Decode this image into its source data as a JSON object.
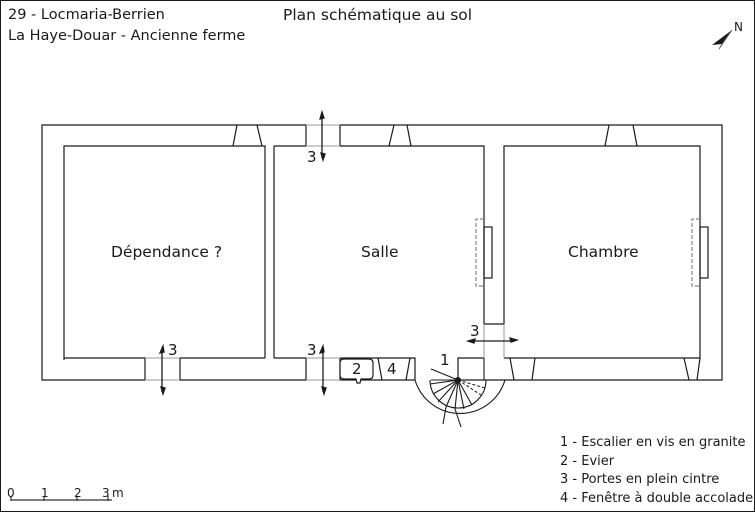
{
  "header": {
    "location_line1": "29 - Locmaria-Berrien",
    "location_line2": "La Haye-Douar - Ancienne ferme",
    "title": "Plan schématique au sol"
  },
  "north_arrow": {
    "label": "N",
    "icon": "north-arrow-icon"
  },
  "rooms": [
    {
      "name": "Dépendance ?"
    },
    {
      "name": "Salle"
    },
    {
      "name": "Chambre"
    }
  ],
  "markers": {
    "stair": "1",
    "sink": "2",
    "door": "3",
    "window": "4"
  },
  "legend": {
    "items": [
      "1 - Escalier en vis en granite",
      "2 - Evier",
      "3 - Portes en plein cintre",
      "4 - Fenêtre à double accolade"
    ]
  },
  "scale_bar": {
    "ticks": [
      "0",
      "1",
      "2",
      "3"
    ],
    "unit": "m"
  },
  "colors": {
    "wall_line": "#1a1a1a",
    "opening_line": "#888888",
    "dashed_line": "#888888"
  }
}
